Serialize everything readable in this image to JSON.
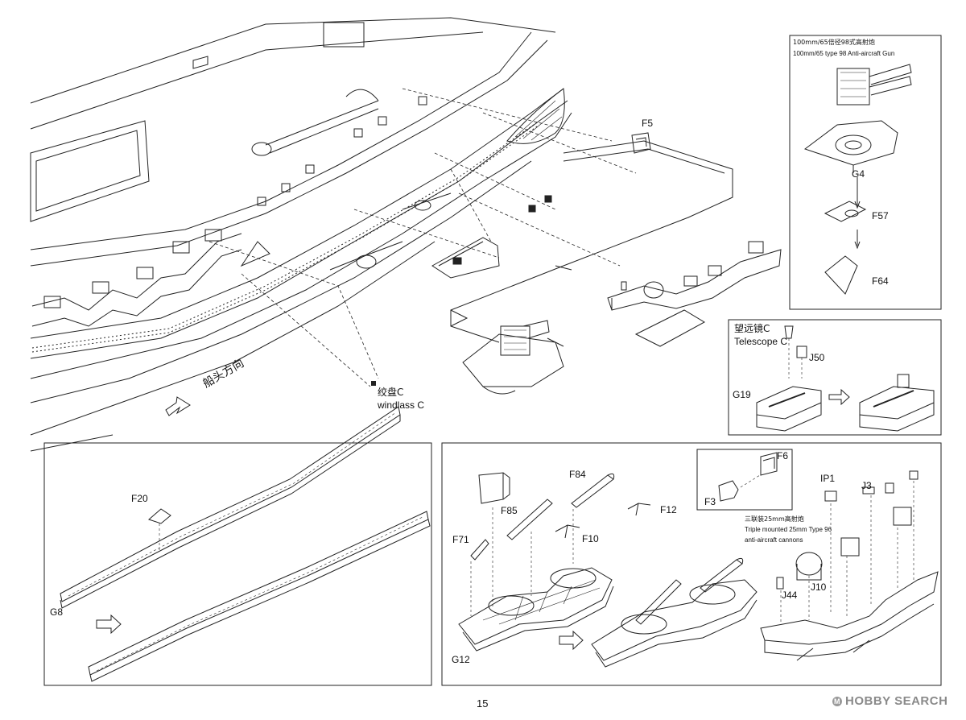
{
  "page": {
    "number": "15",
    "watermark": "HOBBY SEARCH",
    "watermark_mark": "M"
  },
  "main_assembly": {
    "bow_direction": "船头方向",
    "part_f5": "F5",
    "windlass_cn": "绞盘C",
    "windlass_en": "windlass C"
  },
  "aa_gun_panel": {
    "title_cn": "100mm/65倍径98式高射炮",
    "title_en": "100mm/65 type 98 Anti-aircraft Gun",
    "parts": [
      "G4",
      "F57",
      "F64"
    ]
  },
  "telescope_panel": {
    "title_cn": "望远镜C",
    "title_en": "Telescope C",
    "parts": [
      "J50",
      "G19"
    ]
  },
  "rail_panel": {
    "parts": [
      "F20",
      "G8"
    ]
  },
  "platform_panel": {
    "parts": [
      "F84",
      "F85",
      "F12",
      "F10",
      "F71",
      "G12",
      "F6",
      "F3",
      "IP1",
      "J3",
      "J44",
      "J10"
    ],
    "cannon_cn": "三联装25mm高射炮",
    "cannon_en_1": "Triple mounted 25mm Type 96",
    "cannon_en_2": "anti-aircraft cannons"
  }
}
